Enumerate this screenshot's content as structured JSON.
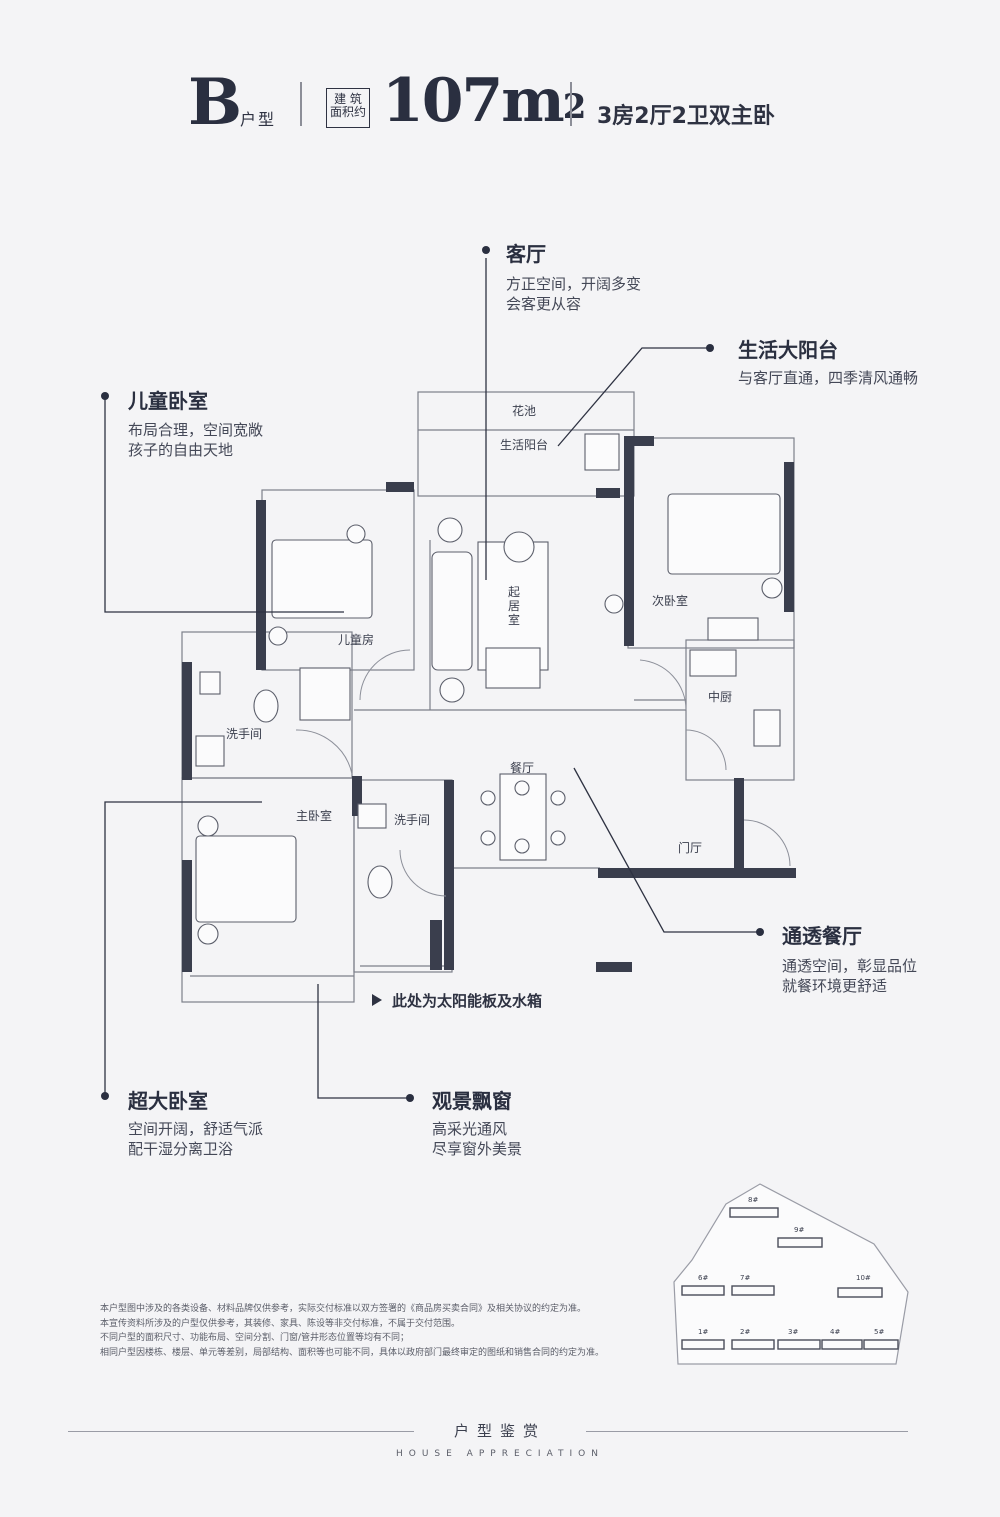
{
  "header": {
    "unit_letter": "B",
    "unit_type_label": "户型",
    "area_label": [
      "建 筑",
      "面积约"
    ],
    "area_number": "107m",
    "area_sup": "2",
    "layout_desc": "3房2厅2卫双主卧"
  },
  "callouts": {
    "living": {
      "title": "客厅",
      "lines": [
        "方正空间，开阔多变",
        "会客更从容"
      ]
    },
    "balcony": {
      "title": "生活大阳台",
      "lines": [
        "与客厅直通，四季清风通畅"
      ]
    },
    "kids": {
      "title": "儿童卧室",
      "lines": [
        "布局合理，空间宽敞",
        "孩子的自由天地"
      ]
    },
    "dining": {
      "title": "通透餐厅",
      "lines": [
        "通透空间，彰显品位",
        "就餐环境更舒适"
      ]
    },
    "master": {
      "title": "超大卧室",
      "lines": [
        "空间开阔，舒适气派",
        "配干湿分离卫浴"
      ]
    },
    "bay_window": {
      "title": "观景飘窗",
      "lines": [
        "高采光通风",
        "尽享窗外美景"
      ]
    }
  },
  "floorplan": {
    "rooms": {
      "planter": "花池",
      "life_balcony": "生活阳台",
      "living_v1": "起",
      "living_v2": "居",
      "living_v3": "室",
      "kids_room": "儿童房",
      "second_bedroom": "次卧室",
      "kitchen": "中厨",
      "washroom_1": "洗手间",
      "dining": "餐厅",
      "master_bedroom": "主卧室",
      "washroom_2": "洗手间",
      "foyer": "门厅"
    },
    "solar_note": "此处为太阳能板及水箱"
  },
  "site_map": {
    "buildings": [
      "8#",
      "9#",
      "6#",
      "7#",
      "10#",
      "1#",
      "2#",
      "3#",
      "4#",
      "5#"
    ]
  },
  "disclaimer": [
    "本户型图中涉及的各类设备、材料品牌仅供参考，实际交付标准以双方签署的《商品房买卖合同》及相关协议的约定为准。",
    "本宣传资料所涉及的户型仅供参考，其装修、家具、陈设等非交付标准，不属于交付范围。",
    "不同户型的面积尺寸、功能布局、空间分割、门窗/管井形态位置等均有不同；",
    "相同户型因楼栋、楼层、单元等差别，局部结构、面积等也可能不同，具体以政府部门最终审定的图纸和销售合同的约定为准。"
  ],
  "footer": {
    "cn": "户型鉴赏",
    "en": "HOUSE APPRECIATION"
  }
}
